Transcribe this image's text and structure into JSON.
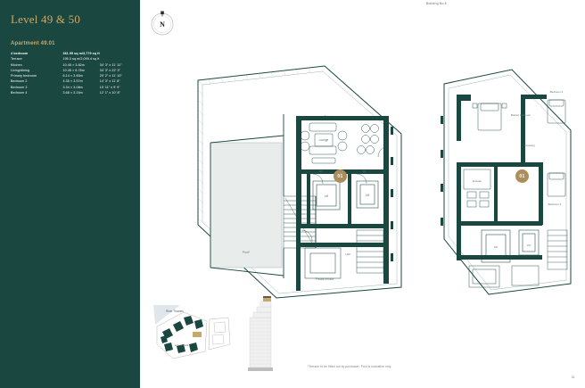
{
  "panel": {
    "title": "Level 49 & 50",
    "apartment_title": "Apartment 49.01",
    "rows": [
      {
        "name": "4 bedroom",
        "metric": "361.95 sq m/3,779 sq ft",
        "imperial": "",
        "bold": true
      },
      {
        "name": "Terrace",
        "metric": "195.0 sq m/2,099.4 sq ft",
        "imperial": "",
        "bold": false
      },
      {
        "name": "Kitchen",
        "metric": "10.45 × 3.82m",
        "imperial": "34' 3\" x 11' 11\"",
        "bold": false
      },
      {
        "name": "Living/dining",
        "metric": "10.45 × 6.78m",
        "imperial": "34' 3\" x 22' 3\"",
        "bold": false
      },
      {
        "name": "Primary bedroom",
        "metric": "6.14 × 3.60m",
        "imperial": "20' 2\" x 11' 10\"",
        "bold": false
      },
      {
        "name": "Bedroom 2",
        "metric": "4.35 × 3.57m",
        "imperial": "14' 3\" x 11' 8\"",
        "bold": false
      },
      {
        "name": "Bedroom 3",
        "metric": "3.34 × 3.08m",
        "imperial": "10' 11\" x 9' 9\"",
        "bold": false
      },
      {
        "name": "Bedroom 4",
        "metric": "3.68 × 3.24m",
        "imperial": "12' 1\" x 10' 8\"",
        "bold": false
      }
    ]
  },
  "header": {
    "building_label": "Building No.8"
  },
  "footer": {
    "footnote": "*Terrace to be fitted out by purchaser. Pool is indicative only.",
    "page_number": "81"
  },
  "compass": {
    "icon": "compass-rose-icon",
    "north_letter": "N"
  },
  "plans": {
    "left": {
      "badge": "01",
      "labels": {
        "private_terrace_top": "Private terrace",
        "private_terrace_bottom": "Private terrace",
        "pool": "Pool*",
        "lounge": "Lounge",
        "lift_1": "Lift",
        "lift_2": "Lift",
        "wc_1": "WC",
        "wc_2": "WC",
        "hall": "Hall"
      }
    },
    "right": {
      "badge": "01",
      "labels": {
        "master_bedroom": "Master bedroom",
        "bedroom_2": "Bedroom 2",
        "bedroom_3": "Bedroom 3",
        "ensuite": "Ensuite",
        "lift_1": "Lift",
        "lift_2": "Lift",
        "dressing": "Dressing"
      }
    }
  },
  "keyplan": {
    "river_label": "River Thames",
    "park_label": "Linear Park",
    "highlight_color": "#c9a96a"
  },
  "tower": {
    "highlight_color": "#c9a96a"
  },
  "colors": {
    "panel_bg": "#1b4741",
    "accent_gold": "#c9a96a",
    "plan_ink": "#1b4741",
    "badge": "#ab8e5c"
  }
}
